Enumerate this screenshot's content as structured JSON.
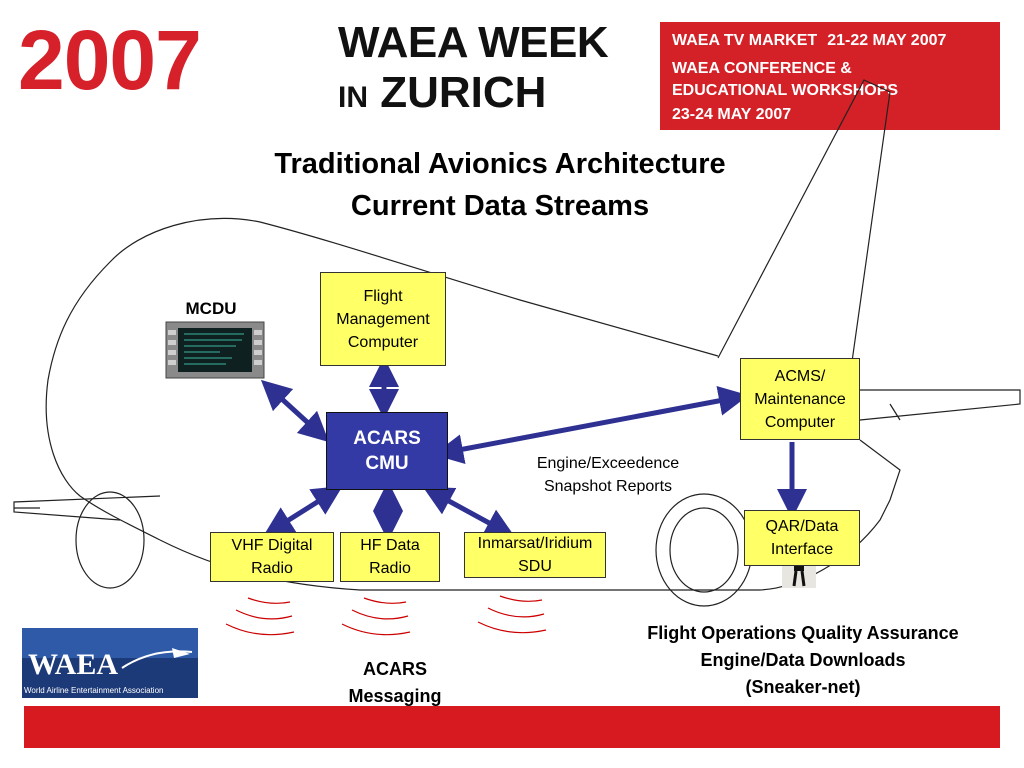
{
  "header": {
    "year": "2007",
    "week_line1": "WAEA WEEK",
    "week_line2_small": "IN",
    "week_line2": "ZURICH",
    "info": {
      "line1_label": "WAEA TV MARKET",
      "line1_date": "21-22 MAY 2007",
      "line2": "WAEA CONFERENCE &",
      "line3": "EDUCATIONAL WORKSHOPS",
      "line4": "23-24 MAY 2007"
    }
  },
  "title": {
    "line1": "Traditional Avionics Architecture",
    "line2": "Current Data Streams"
  },
  "diagram": {
    "mcdu_label": "MCDU",
    "fmc": [
      "Flight",
      "Management",
      "Computer"
    ],
    "cmu": [
      "ACARS",
      "CMU"
    ],
    "acms": [
      "ACMS/",
      "Maintenance",
      "Computer"
    ],
    "qar": [
      "QAR/Data",
      "Interface"
    ],
    "vhf": [
      "VHF Digital",
      "Radio"
    ],
    "hf": [
      "HF Data",
      "Radio"
    ],
    "sdu": [
      "Inmarsat/Iridium",
      "SDU"
    ],
    "snapshot": [
      "Engine/Exceedence",
      "Snapshot Reports"
    ],
    "acars_messaging": [
      "ACARS",
      "Messaging"
    ],
    "foqa": [
      "Flight Operations Quality Assurance",
      "Engine/Data Downloads",
      "(Sneaker-net)"
    ]
  },
  "logo": {
    "name": "WAEA",
    "tagline": "World Airline Entertainment Association"
  },
  "colors": {
    "accent_red": "#d42027",
    "box_yellow": "#ffff66",
    "cmu_blue": "#3339a5",
    "arrow_blue": "#2e3192",
    "wave_red": "#cc0000"
  }
}
